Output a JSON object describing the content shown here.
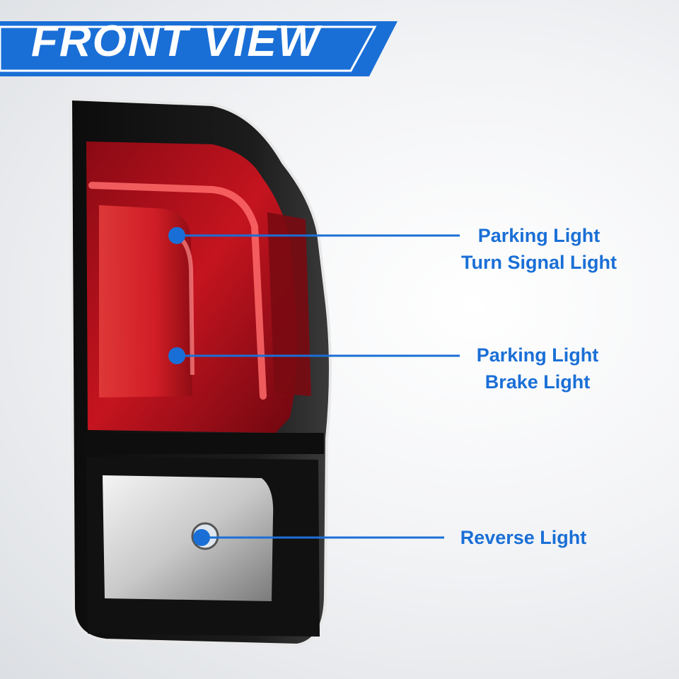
{
  "banner": {
    "title": "FRONT VIEW",
    "color": "#1a6fd6"
  },
  "callouts": [
    {
      "lines": [
        "Parking Light",
        "Turn Signal Light"
      ]
    },
    {
      "lines": [
        "Parking Light",
        "Brake Light"
      ]
    },
    {
      "lines": [
        "Reverse Light"
      ]
    }
  ],
  "colors": {
    "accent": "#1a6fd6",
    "lens_red": "#b3101c",
    "housing_black": "#121212",
    "label_text": "#1a6fd6"
  }
}
